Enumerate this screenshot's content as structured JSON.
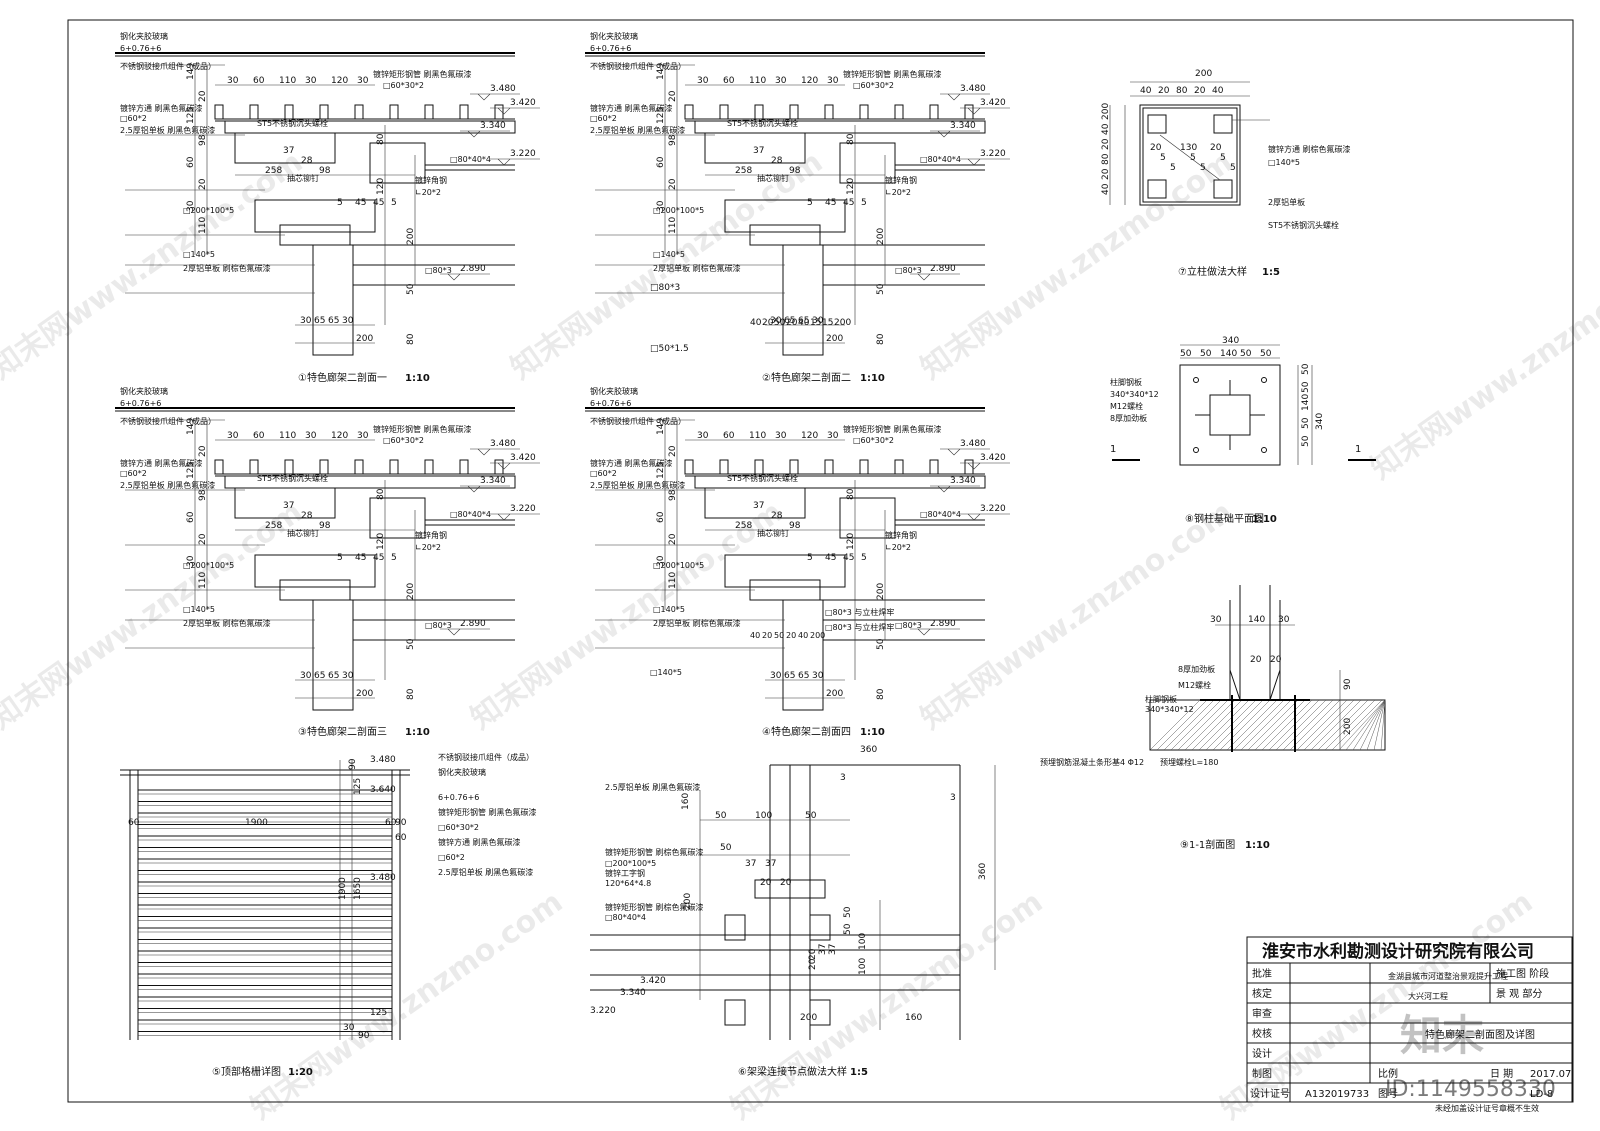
{
  "company": "淮安市水利勘测设计研究院有限公司",
  "project": "金湖县城市河道整治景观提升工程",
  "project_sub": "大兴河工程",
  "stage": "施工图 阶段",
  "discipline": "景 观 部分",
  "drawing_title": "特色廊架二剖面图及详图",
  "date_label": "日 期",
  "date": "2017.07",
  "scale_label": "比例",
  "drawing_no_label": "图号",
  "drawing_no": "LD-8",
  "cert_label": "设计证号",
  "cert_no": "A132019733",
  "footer_note": "未经加盖设计证号章概不生效",
  "roles": [
    "批准",
    "核定",
    "审查",
    "校核",
    "设计",
    "制图"
  ],
  "watermark": "知末网www.znzmo.com",
  "logo": "知末",
  "image_id": "ID:1149558330",
  "captions": {
    "s1": "①特色廊架二剖面一",
    "s2": "②特色廊架二剖面二",
    "s3": "③特色廊架二剖面三",
    "s4": "④特色廊架二剖面四",
    "s5": "⑤顶部格栅详图",
    "s6": "⑥架梁连接节点做法大样",
    "s7": "⑦立柱做法大样",
    "s8": "⑧钢柱基础平面图",
    "s9": "⑨1-1剖面图"
  },
  "scales": {
    "s1": "1:10",
    "s2": "1:10",
    "s3": "1:10",
    "s4": "1:10",
    "s5": "1:20",
    "s6": "1:5",
    "s7": "1:5",
    "s8": "1:10",
    "s9": "1:10"
  },
  "section_labels": [
    "钢化夹胶玻璃",
    "6+0.76+6",
    "不锈钢驳接爪组件（成品）",
    "镀锌矩形钢管 刷黑色氟碳漆",
    "□60*30*2",
    "镀锌方通 刷黑色氟碳漆",
    "□60*2",
    "2.5厚铝单板 刷黑色氟碳漆",
    "ST5不锈钢沉头螺栓",
    "□80*40*4",
    "抽芯铆钉",
    "镀锌角钢",
    "∟20*2",
    "□200*100*5",
    "□140*5",
    "2厚铝单板 刷棕色氟碳漆",
    "□80*3"
  ],
  "section_dims_top": [
    "30",
    "60",
    "110",
    "30",
    "120",
    "30"
  ],
  "section_dims_mid": [
    "258",
    "37",
    "28",
    "98",
    "5",
    "45",
    "45",
    "5"
  ],
  "section_dims_bot": [
    "30",
    "65",
    "65",
    "30",
    "200"
  ],
  "section_vdims": [
    "149",
    "20",
    "125",
    "98",
    "60",
    "20",
    "30",
    "110",
    "80",
    "120",
    "200",
    "50",
    "80"
  ],
  "elevations": [
    "3.480",
    "3.420",
    "3.340",
    "3.220",
    "2.890"
  ],
  "s2_extra": [
    "□50*1.5",
    "□80*3",
    "40",
    "20",
    "50",
    "20",
    "40",
    "15",
    "15",
    "200"
  ],
  "s4_extra": [
    "□80*3 与立柱焊牢",
    "□80*3 与立柱焊牢",
    "□140*5",
    "40",
    "20",
    "50",
    "20",
    "40",
    "200"
  ],
  "s5": {
    "labels": [
      "不锈钢驳接爪组件（成品）",
      "钢化夹胶玻璃",
      "6+0.76+6",
      "镀锌矩形钢管 刷黑色氟碳漆",
      "□60*30*2",
      "镀锌方通 刷黑色氟碳漆",
      "□60*2",
      "2.5厚铝单板 刷黑色氟碳漆"
    ],
    "dims": [
      "60",
      "1900",
      "60",
      "90",
      "125",
      "1900",
      "1650",
      "60",
      "125",
      "30",
      "90",
      "90"
    ],
    "elevations": [
      "3.480",
      "3.640",
      "3.480"
    ]
  },
  "s6": {
    "labels": [
      "2.5厚铝单板 刷黑色氟碳漆",
      "镀锌矩形钢管 刷棕色氟碳漆",
      "□200*100*5",
      "镀锌工字钢",
      "120*64*4.8",
      "镀锌矩形钢管 刷棕色氟碳漆",
      "□80*40*4"
    ],
    "dims": [
      "360",
      "3",
      "3",
      "360",
      "160",
      "50",
      "100",
      "50",
      "50",
      "37",
      "37",
      "20",
      "20",
      "200",
      "50",
      "100",
      "100",
      "20",
      "20",
      "37",
      "37",
      "50",
      "200",
      "160"
    ],
    "elevations": [
      "3.420",
      "3.340",
      "3.220"
    ]
  },
  "s7": {
    "labels": [
      "镀锌方通 刷棕色氟碳漆",
      "□140*5",
      "2厚铝单板",
      "ST5不锈钢沉头螺栓"
    ],
    "dims": [
      "200",
      "40",
      "20",
      "80",
      "20",
      "40",
      "200",
      "40",
      "20",
      "80",
      "20",
      "40",
      "20",
      "5",
      "5",
      "130",
      "5",
      "5",
      "20",
      "5",
      "5"
    ]
  },
  "s8": {
    "labels": [
      "柱脚钢板",
      "340*340*12",
      "M12螺栓",
      "8厚加劲板"
    ],
    "dims": [
      "340",
      "50",
      "50",
      "140",
      "50",
      "50",
      "50",
      "50",
      "140",
      "50",
      "50",
      "340"
    ],
    "marks": [
      "1",
      "1"
    ]
  },
  "s9": {
    "labels": [
      "8厚加劲板",
      "M12螺栓",
      "柱脚钢板",
      "340*340*12",
      "预埋钢筋混凝土条形基4 Φ12",
      "预埋螺栓L=180"
    ],
    "dims": [
      "30",
      "140",
      "30",
      "20",
      "20",
      "90",
      "200"
    ]
  }
}
